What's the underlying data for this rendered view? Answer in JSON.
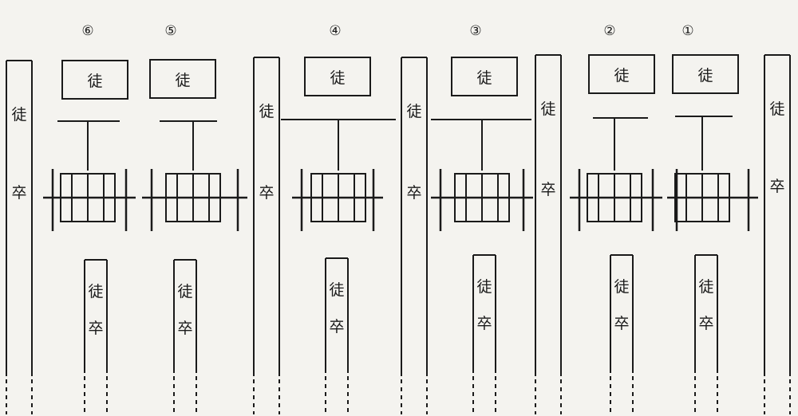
{
  "labels": {
    "tu": "徒",
    "zu": "卒"
  },
  "groups": [
    {
      "number": "⑥"
    },
    {
      "number": "⑤"
    },
    {
      "number": "④"
    },
    {
      "number": "③"
    },
    {
      "number": "②"
    },
    {
      "number": "①"
    }
  ],
  "colors": {
    "ink": "#1a1a1a",
    "paper": "#f4f3ef"
  }
}
